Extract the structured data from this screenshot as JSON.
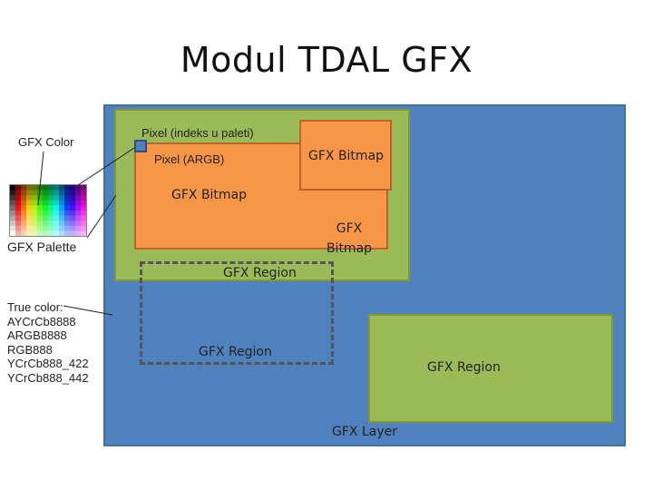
{
  "title": "Modul TDAL GFX",
  "labels": {
    "gfx_color": "GFX Color",
    "pixel_palette": "Pixel (indeks u paleti)",
    "pixel_argb": "Pixel (ARGB)",
    "bitmap_small": "GFX Bitmap",
    "bitmap_big": "GFX Bitmap",
    "bitmap_tall_line1": "GFX",
    "bitmap_tall_line2": "Bitmap",
    "gfx_palette": "GFX Palette",
    "region_top": "GFX Region",
    "region_mid": "GFX Region",
    "region_right": "GFX Region",
    "gfx_layer": "GFX Layer"
  },
  "true_color_formats": [
    "True color:",
    "AYCrCb8888",
    "ARGB8888",
    "RGB888",
    "YCrCb888_422",
    "YCrCb888_442"
  ],
  "colors": {
    "layer_blue": "#4f81bd",
    "region_green": "#9bbb59",
    "bitmap_orange": "#f79646"
  },
  "icons": {
    "palette": "color-palette-grid-icon"
  }
}
